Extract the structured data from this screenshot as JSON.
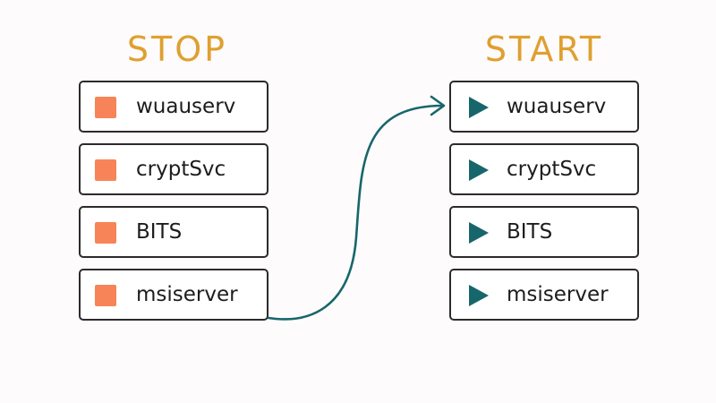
{
  "stop": {
    "heading": "STOP",
    "services": [
      "wuauserv",
      "cryptSvc",
      "BITS",
      "msiserver"
    ]
  },
  "start": {
    "heading": "START",
    "services": [
      "wuauserv",
      "cryptSvc",
      "BITS",
      "msiserver"
    ]
  },
  "colors": {
    "heading": "#dfa030",
    "stop_icon": "#f78458",
    "start_icon": "#17666c",
    "arrow": "#17666c",
    "box_border": "#2b2b2b"
  },
  "icons": {
    "stop": "stop-square-icon",
    "start": "play-triangle-icon"
  }
}
